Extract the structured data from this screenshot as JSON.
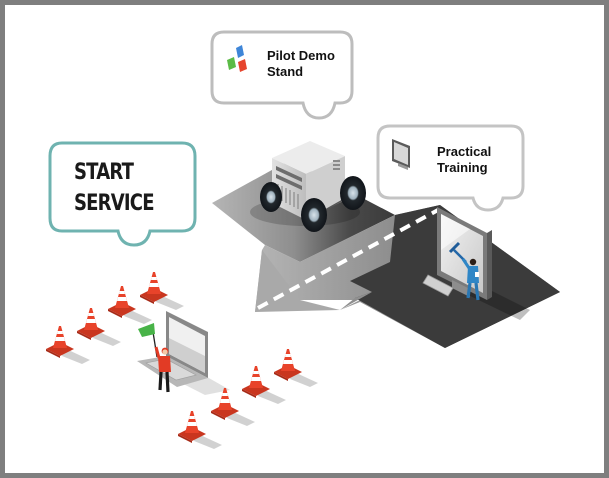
{
  "bubbles": {
    "pilot_demo_stand": {
      "line1": "Pilot Demo",
      "line2": "Stand",
      "icon": "colored-tiles-icon",
      "border_color": "#bdbdbd"
    },
    "practical_training": {
      "line1": "Practical",
      "line2": "Training",
      "icon": "monitor-icon",
      "border_color": "#c4c4c4"
    },
    "start_service": {
      "line1": "START",
      "line2": "SERVICE",
      "border_color": "#6fb3b0"
    }
  },
  "scene": {
    "road_color_light": "#b9b9b9",
    "road_color_dark": "#3c3c3c",
    "cone_color": "#e8432a",
    "flag_color": "#3fae3f",
    "worker_color": "#2e7fc1",
    "starter_color": "#e23b25",
    "frame_color": "#7f7f7f"
  }
}
